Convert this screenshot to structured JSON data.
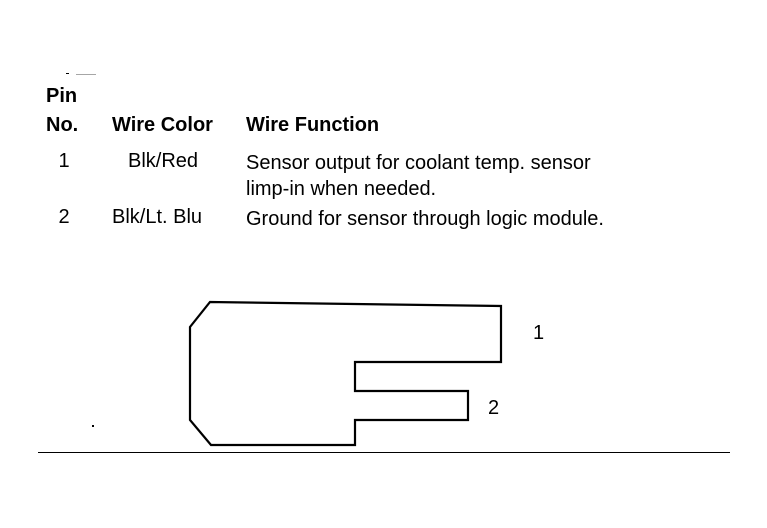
{
  "table": {
    "headers": {
      "pin_line1": "Pin",
      "pin_line2": "No.",
      "wire_color": "Wire Color",
      "wire_function": "Wire Function"
    },
    "rows": [
      {
        "pin": "1",
        "color": "Blk/Red",
        "function_line1": "Sensor output for coolant temp. sensor",
        "function_line2": "limp-in when needed."
      },
      {
        "pin": "2",
        "color": "Blk/Lt. Blu",
        "function_line1": "Ground for sensor through logic module."
      }
    ]
  },
  "connector": {
    "pin_labels": [
      "1",
      "2"
    ]
  }
}
